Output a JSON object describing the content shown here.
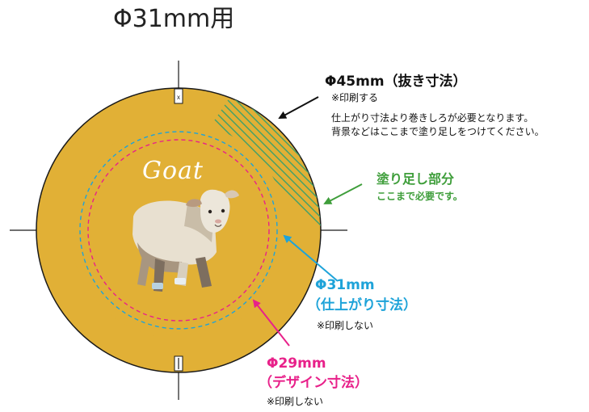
{
  "title": "Φ31mm用",
  "labels": {
    "outer": {
      "heading": "Φ45mm（抜き寸法）",
      "note": "※印刷する",
      "desc1": "仕上がり寸法より巻きしろが必要となります。",
      "desc2": "背景などはここまで塗り足しをつけてください。"
    },
    "bleed": {
      "heading": "塗り足し部分",
      "desc": "ここまで必要です。"
    },
    "finish": {
      "heading1": "Φ31mm",
      "heading2": "（仕上がり寸法）",
      "note": "※印刷しない"
    },
    "design": {
      "heading1": "Φ29mm",
      "heading2": "（デザイン寸法）",
      "note": "※印刷しない"
    }
  },
  "artwork": {
    "text": "Goat"
  },
  "colors": {
    "badge_fill": "#e1b036",
    "outline": "#1a1a1a",
    "hatch": "#3fa06a",
    "bleed_green": "#3f9e3b",
    "finish_blue": "#1ea3d9",
    "design_pink": "#e8218a",
    "goat_light": "#e8e0d0",
    "goat_shadow": "#a89680",
    "goat_dark": "#7d6e5f"
  }
}
